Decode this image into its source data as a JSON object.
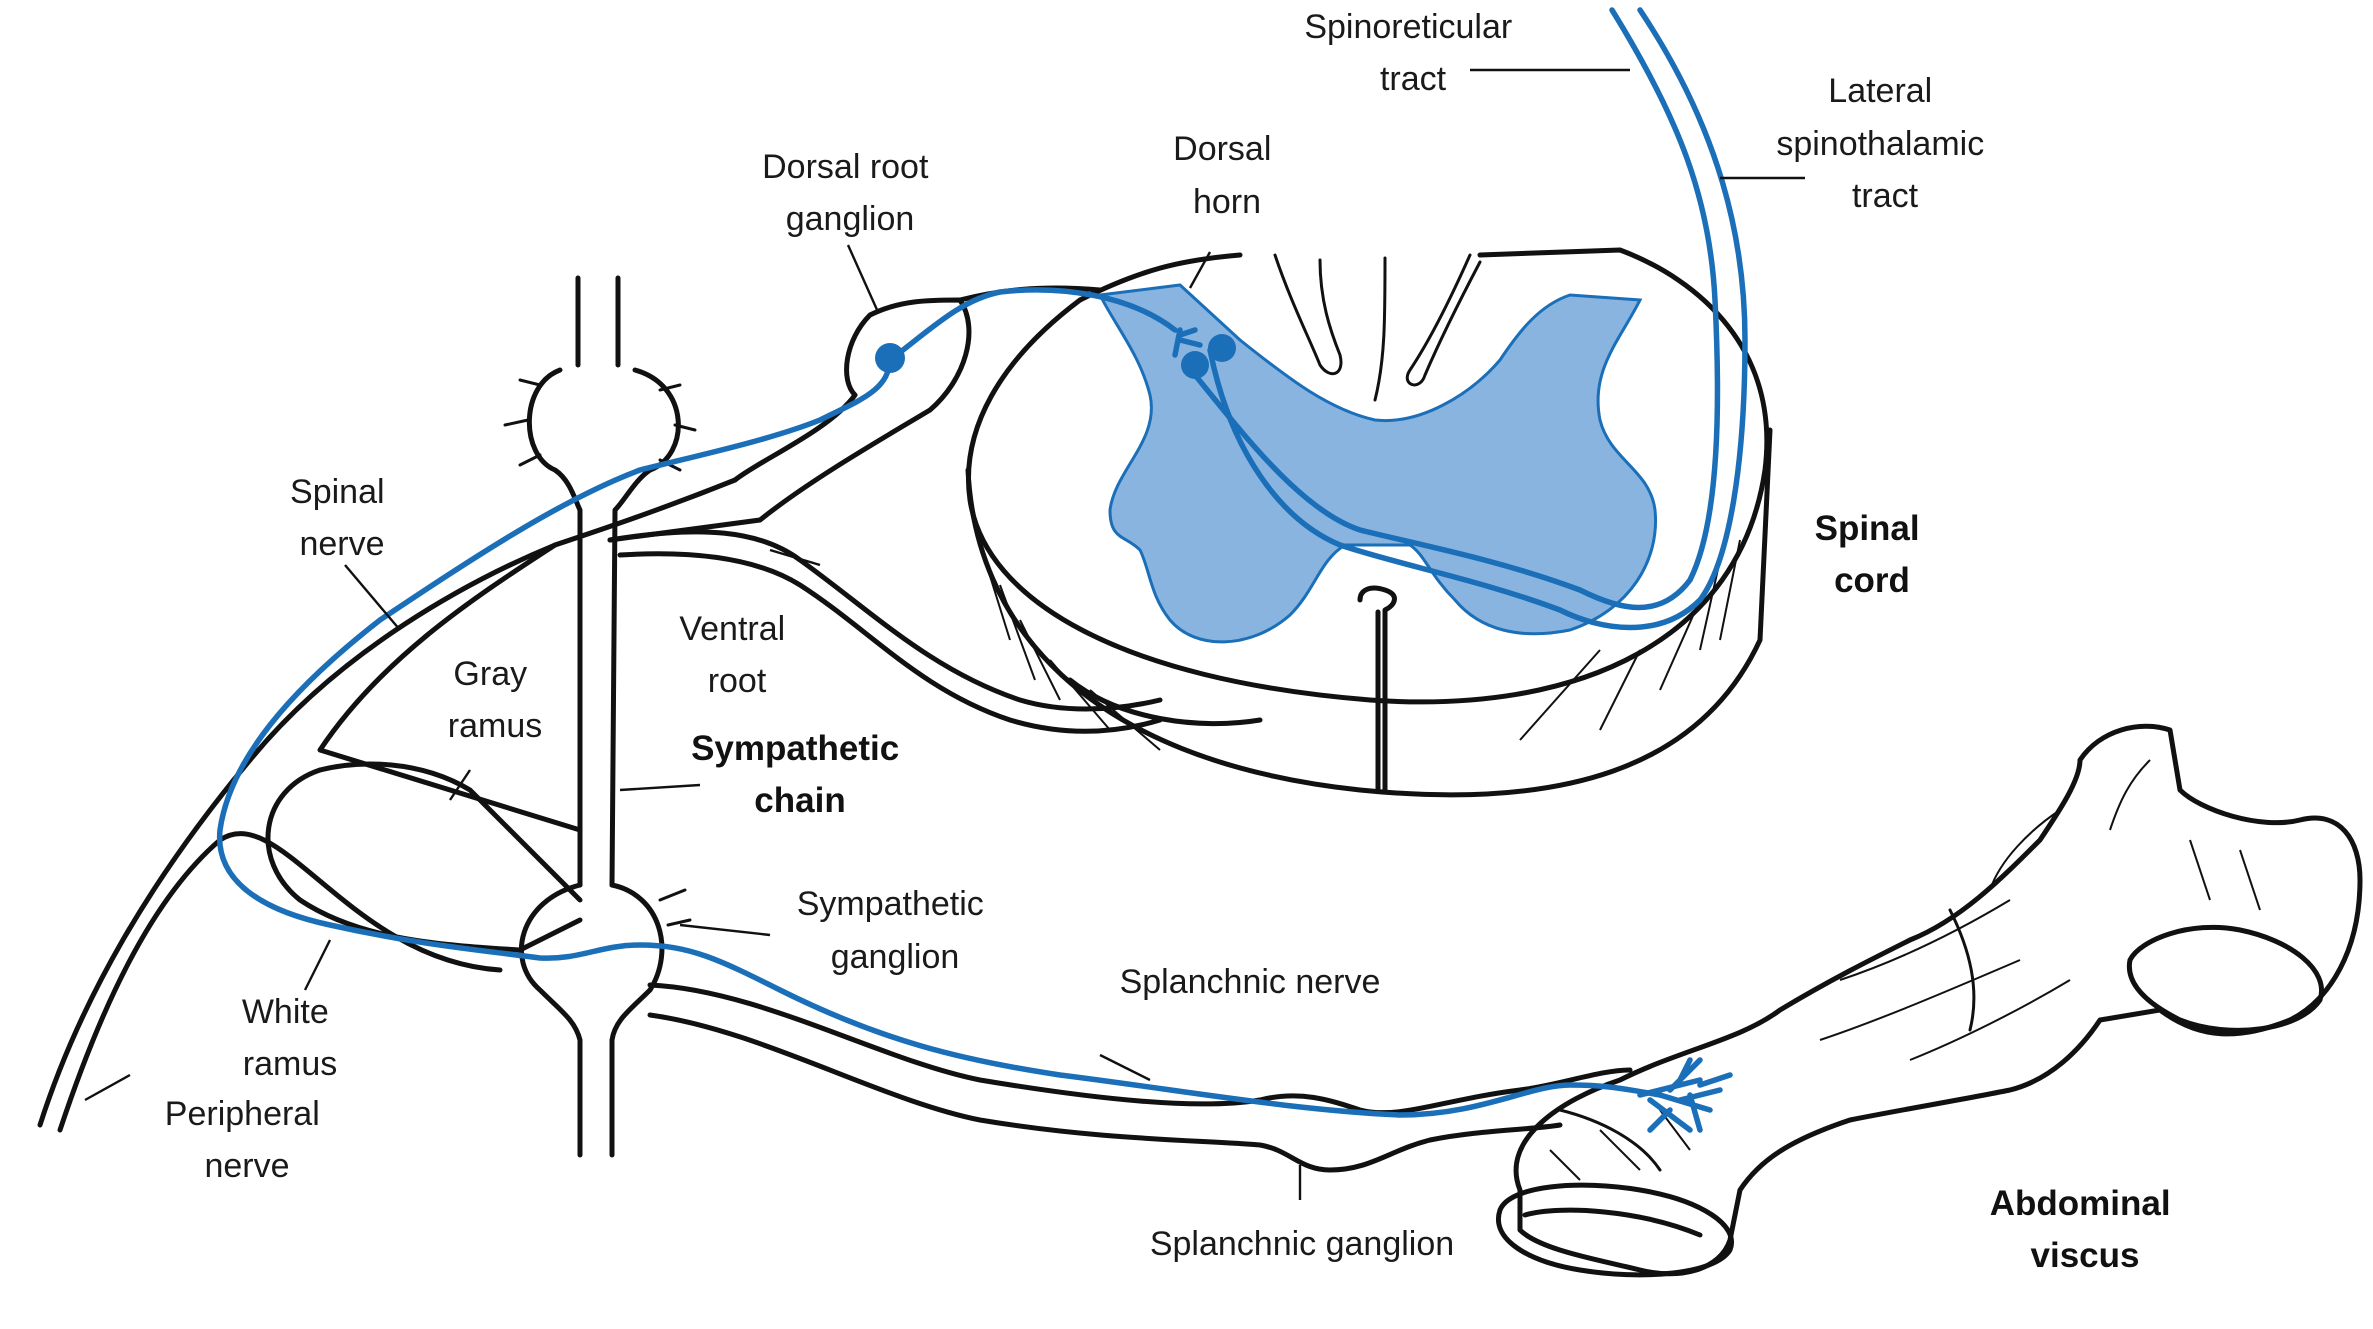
{
  "labels": {
    "spinoreticular_tract": [
      "Spinoreticular",
      "tract"
    ],
    "lateral_spinothalamic_tract": [
      "Lateral",
      "spinothalamic",
      "tract"
    ],
    "dorsal_root_ganglion": [
      "Dorsal root",
      "ganglion"
    ],
    "dorsal_horn": [
      "Dorsal",
      "horn"
    ],
    "spinal_nerve": [
      "Spinal",
      "nerve"
    ],
    "spinal_cord": [
      "Spinal",
      "cord"
    ],
    "ventral_root": [
      "Ventral",
      "root"
    ],
    "gray_ramus": [
      "Gray",
      "ramus"
    ],
    "sympathetic_chain": [
      "Sympathetic",
      "chain"
    ],
    "sympathetic_ganglion": [
      "Sympathetic",
      "ganglion"
    ],
    "splanchnic_nerve": "Splanchnic nerve",
    "white_ramus": [
      "White",
      "ramus"
    ],
    "peripheral_nerve": [
      "Peripheral",
      "nerve"
    ],
    "splanchnic_ganglion": "Splanchnic ganglion",
    "abdominal_viscus": [
      "Abdominal",
      "viscus"
    ]
  },
  "colors": {
    "pathway": "#1a6fb8",
    "gray_matter_fill": "#8ab4e0",
    "ink": "#111111",
    "background": "#ffffff"
  }
}
